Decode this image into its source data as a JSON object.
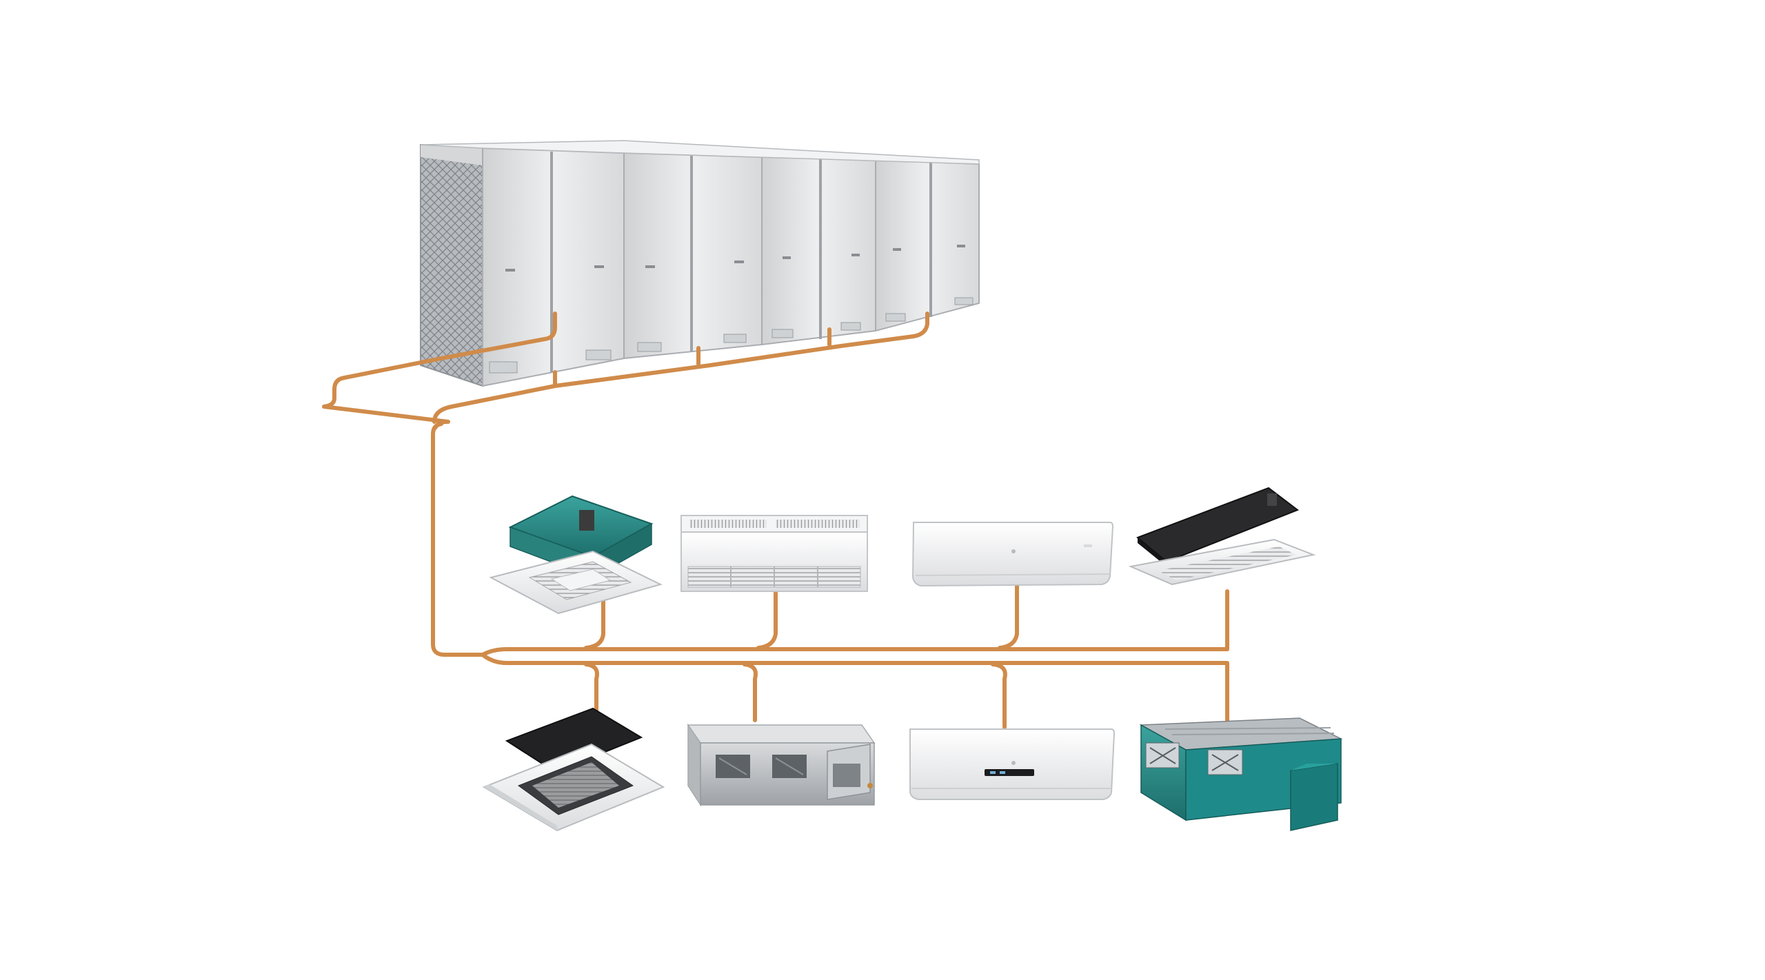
{
  "diagram": {
    "kind": "vrf-air-conditioning-system",
    "background_color": "#ffffff",
    "pipe_color": "#d08b4a",
    "outdoor_units": {
      "count": 4,
      "body_color": "#e4e5e6",
      "coil_color": "#9fa5aa"
    },
    "indoor_units": [
      {
        "name": "cassette-four-way-teal",
        "row": "upper",
        "body_color": "#2f8f8a"
      },
      {
        "name": "ceiling-floor-console",
        "row": "upper",
        "body_color": "#f2f2f2"
      },
      {
        "name": "wall-mounted-split",
        "row": "upper",
        "body_color": "#f7f7f7"
      },
      {
        "name": "one-way-cassette-black",
        "row": "upper",
        "body_color": "#1f1f22"
      },
      {
        "name": "compact-four-way-cassette",
        "row": "lower",
        "body_color": "#1f1f22"
      },
      {
        "name": "ducted-unit-grey",
        "row": "lower",
        "body_color": "#c5c8cb"
      },
      {
        "name": "wall-mounted-split-display",
        "row": "lower",
        "body_color": "#f7f7f7"
      },
      {
        "name": "high-static-ducted-teal",
        "row": "lower",
        "body_color": "#1f8a8a"
      }
    ]
  }
}
